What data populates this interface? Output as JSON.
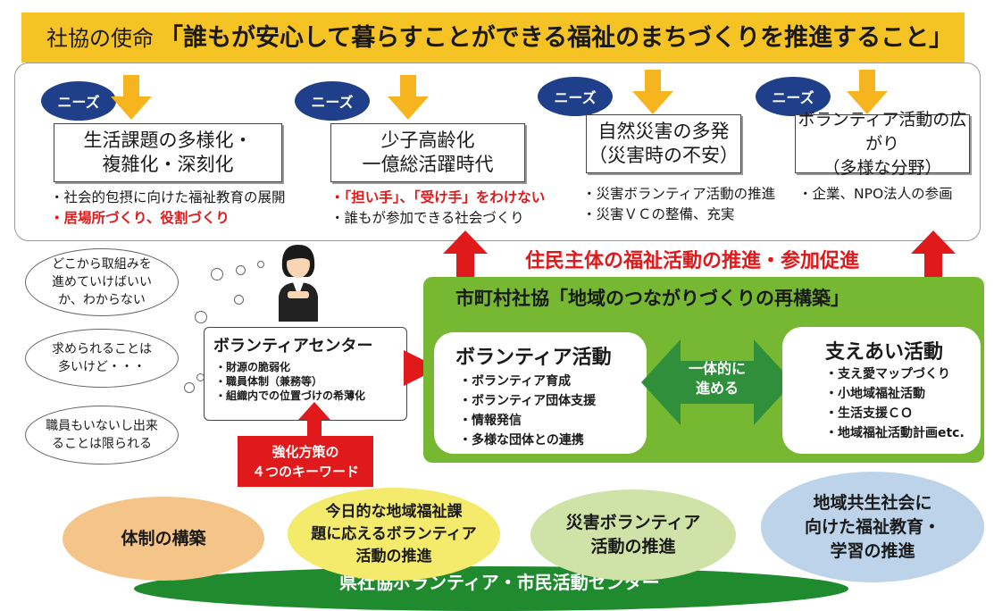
{
  "mission": {
    "prefix": "社協の使命",
    "text": "「誰もが安心して暮らすことができる福祉のまちづくりを推進すること」"
  },
  "needs": [
    {
      "pill": "ニーズ",
      "box_lines": [
        "生活課題の多様化・",
        "複雑化・深刻化"
      ],
      "bullets": [
        {
          "text": "・社会的包摂に向けた福祉教育の展開",
          "red": false
        },
        {
          "text": "・居場所づくり、役割づくり",
          "red": true
        }
      ]
    },
    {
      "pill": "ニーズ",
      "box_lines": [
        "少子高齢化",
        "一億総活躍時代"
      ],
      "bullets": [
        {
          "text": "・「担い手」、「受け手」をわけない",
          "red": true
        },
        {
          "text": "・誰もが参加できる社会づくり",
          "red": false
        }
      ]
    },
    {
      "pill": "ニーズ",
      "box_lines": [
        "自然災害の多発",
        "（災害時の不安）"
      ],
      "bullets": [
        {
          "text": "・災害ボランティア活動の推進",
          "red": false
        },
        {
          "text": "・災害ＶＣの整備、充実",
          "red": false
        }
      ]
    },
    {
      "pill": "ニーズ",
      "box_lines": [
        "ボランティア活動の広がり",
        "（多様な分野）"
      ],
      "bullets": [
        {
          "text": "・企業、NPO法人の参画",
          "red": false
        }
      ]
    }
  ],
  "promotion_text": "住民主体の福祉活動の推進・参加促進",
  "thoughts": [
    {
      "lines": [
        "どこから取組みを",
        "進めていけばいい",
        "か、わからない"
      ]
    },
    {
      "lines": [
        "求められることは",
        "多いけど・・・"
      ]
    },
    {
      "lines": [
        "職員もいないし出来",
        "ることは限られる"
      ]
    }
  ],
  "vc": {
    "title": "ボランティアセンター",
    "items": [
      "・財源の脆弱化",
      "・職員体制（兼務等）",
      "・組織内での位置づけの希薄化"
    ]
  },
  "keyword_box": {
    "lines": [
      "強化方策の",
      "４つのキーワード"
    ]
  },
  "municipal": {
    "title": "市町村社協「地域のつながりづくりの再構築」",
    "volunteer": {
      "title": "ボランティア活動",
      "items": [
        "・ボランティア育成",
        "・ボランティア団体支援",
        "・情報発信",
        "・多様な団体との連携"
      ]
    },
    "arrow_lines": [
      "一体的に",
      "進める"
    ],
    "mutual": {
      "title": "支えあい活動",
      "items": [
        "・支え愛マップづくり",
        "・小地域福祉活動",
        "・生活支援ＣＯ",
        "・地域福祉活動計画etc."
      ]
    }
  },
  "keywords": [
    {
      "lines": [
        "体制の構築"
      ]
    },
    {
      "lines": [
        "今日的な地域福祉課",
        "題に応えるボランティア",
        "活動の推進"
      ]
    },
    {
      "lines": [
        "災害ボランティア",
        "活動の推進"
      ]
    },
    {
      "lines": [
        "地域共生社会に",
        "向けた福祉教育・",
        "学習の推進"
      ]
    }
  ],
  "base_label": "県社協ボランティア・市民活動センター",
  "colors": {
    "mission_yellow": "#f6c324",
    "needs_pill": "#1f3f8a",
    "arrow_orange": "#f6b51e",
    "red": "#e0191b",
    "green": "#77b832",
    "dark_green": "#1f8a2e",
    "blob_orange": "#f5c489",
    "blob_yellow": "#f4ea6b",
    "blob_green": "#cfe3a8",
    "blob_blue": "#bcd3ea"
  }
}
